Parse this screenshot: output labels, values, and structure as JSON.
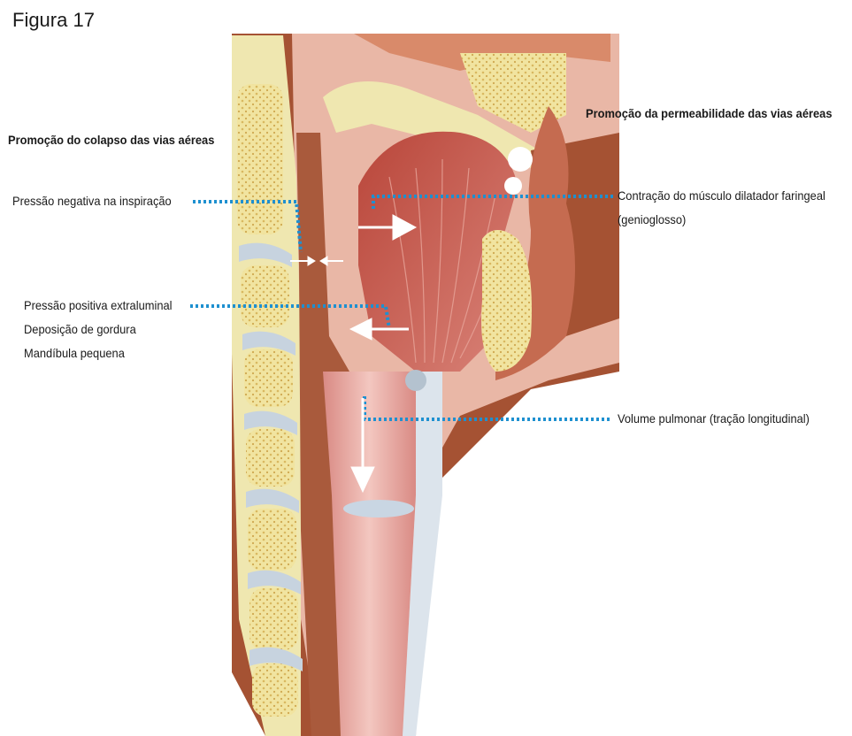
{
  "figure": {
    "title": "Figura 17"
  },
  "headings": {
    "left": "Promoção do colapso das vias aéreas",
    "right": "Promoção da permeabilidade das vias aéreas"
  },
  "labels": {
    "negative_pressure": "Pressão negativa na inspiração",
    "positive_pressure_1": "Pressão positiva extraluminal",
    "positive_pressure_2": "Deposição de gordura",
    "positive_pressure_3": "Mandíbula pequena",
    "dilator_1": "Contração do músculo dilatador faringeal",
    "dilator_2": "(genioglosso)",
    "lung_volume": "Volume pulmonar (tração longitudinal)"
  },
  "colors": {
    "leader_line": "#1e90d0",
    "arrow": "#ffffff",
    "tissue_dark": "#a04a2c",
    "tissue_mid": "#c9786a",
    "tissue_light": "#eab8a8",
    "bone": "#efe6a6",
    "bone_inner": "#e3c878",
    "cartilage": "#c9d6e3"
  }
}
